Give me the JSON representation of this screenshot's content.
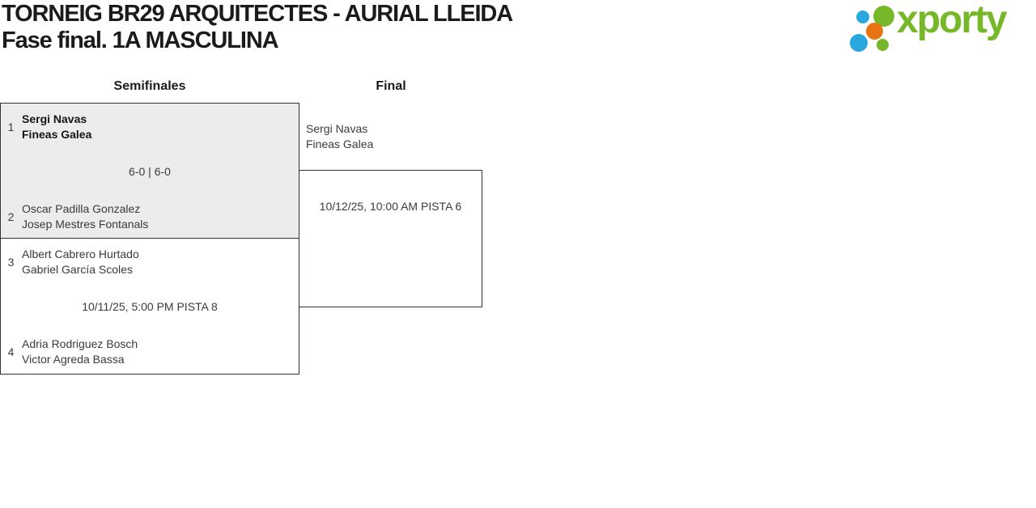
{
  "page": {
    "title": "TORNEIG BR29 ARQUITECTES - AURIAL LLEIDA",
    "subtitle": "Fase final. 1A MASCULINA"
  },
  "logo": {
    "wordmark": "xporty",
    "colors": {
      "green": "#76b82a",
      "blue": "#29a8e0",
      "orange": "#e87511"
    }
  },
  "rounds": {
    "semifinals_label": "Semifinales",
    "final_label": "Final"
  },
  "matches": {
    "sf1": {
      "seed_top": "1",
      "top_player_1": "Sergi Navas",
      "top_player_2": "Fineas Galea",
      "result": "6-0 | 6-0",
      "seed_bottom": "2",
      "bottom_player_1": "Oscar Padilla Gonzalez",
      "bottom_player_2": "Josep Mestres Fontanals"
    },
    "sf2": {
      "seed_top": "3",
      "top_player_1": "Albert Cabrero Hurtado",
      "top_player_2": "Gabriel García Scoles",
      "schedule": "10/11/25, 5:00 PM PISTA 8",
      "seed_bottom": "4",
      "bottom_player_1": "Adria Rodriguez Bosch",
      "bottom_player_2": "Victor Agreda Bassa"
    },
    "final": {
      "advancing_player_1": "Sergi Navas",
      "advancing_player_2": "Fineas Galea",
      "schedule": "10/12/25, 10:00 AM PISTA 6"
    }
  },
  "styles": {
    "winner_highlight_bg": "#ececec",
    "border_color": "#333333"
  }
}
